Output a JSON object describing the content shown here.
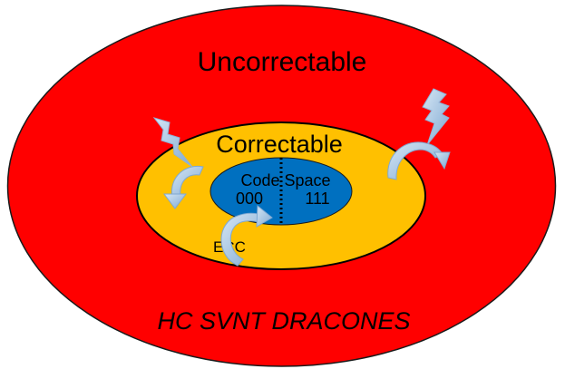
{
  "diagram": {
    "outer_label": "Uncorrectable",
    "middle_label": "Correctable",
    "inner_label_left": "Code",
    "inner_label_right": "Space",
    "codeword_left": "000",
    "codeword_right": "111",
    "ecc_label": "ECC",
    "motto": "HC SVNT DRACONES",
    "icons": [
      "lightning-bolt-icon",
      "curved-arrow-icon"
    ],
    "colors": {
      "outer_region": "#ff0000",
      "middle_region": "#ffc000",
      "inner_region": "#0070c0",
      "bolt_and_arrow": "#9dc3e6",
      "outline": "#000000"
    }
  }
}
